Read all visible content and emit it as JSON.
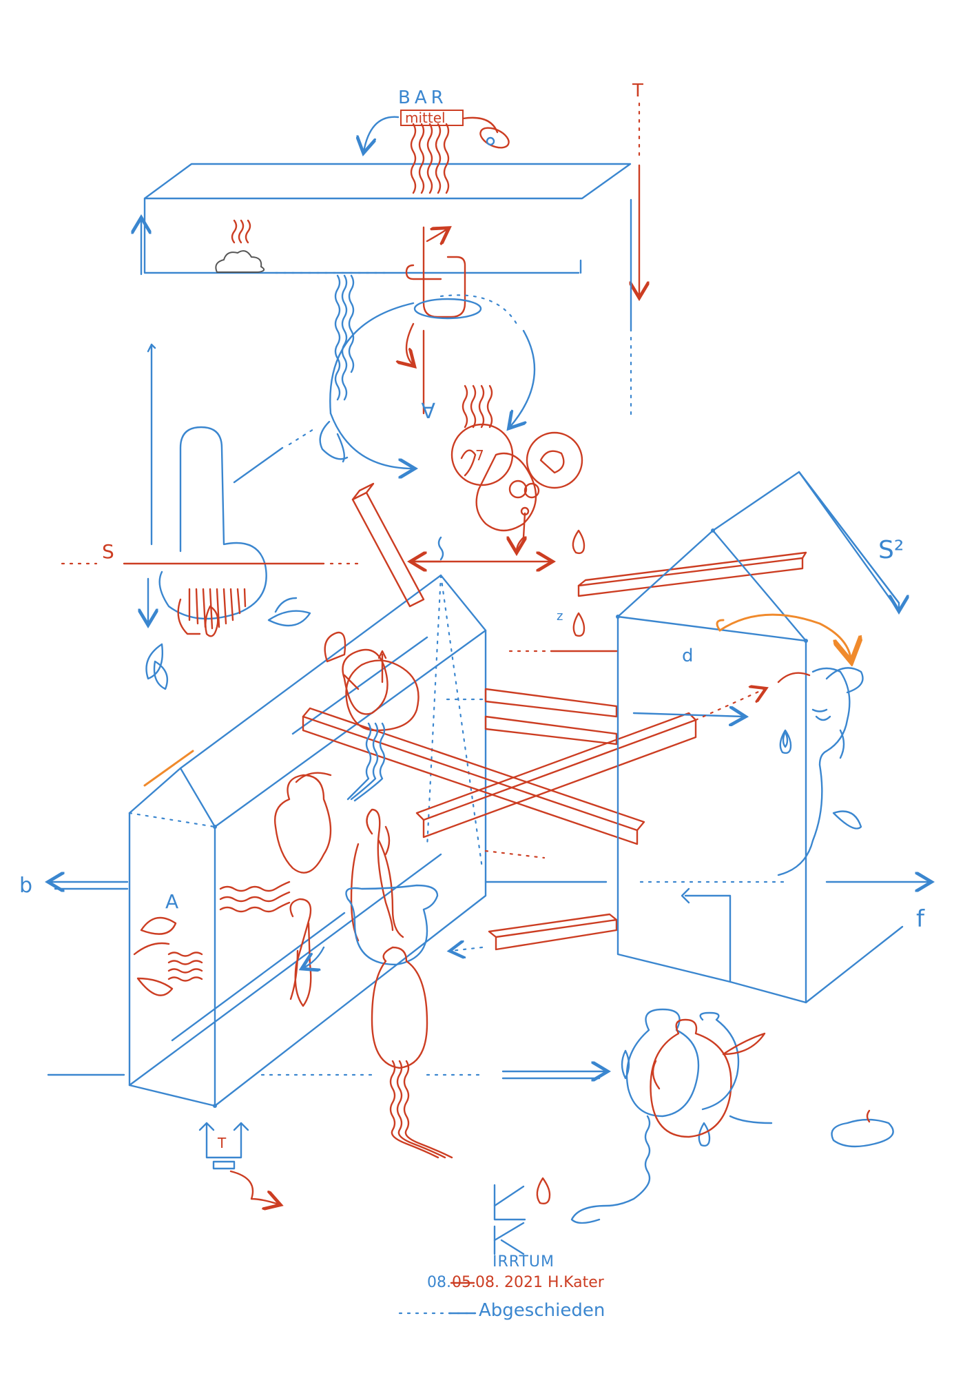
{
  "labels": {
    "bar": "BAR",
    "mittel": "mittel",
    "t_top": "T",
    "s_left": "S",
    "s_squared": "S²",
    "b_left": "b",
    "f_right": "f",
    "a_box": "A",
    "a_inverted": "A",
    "d_box": "d",
    "z_small": "z",
    "seven": "7",
    "t_bottom": "T"
  },
  "footer": {
    "irrtum": "IRRTUM",
    "date_prefix": "08.",
    "date_struck": "05.",
    "date_rest": "08. 2021 H.Kater",
    "abgeschieden": "Abgeschieden"
  },
  "colors": {
    "blue": "#3a86cf",
    "red": "#cc3d22",
    "orange": "#f08a2c"
  }
}
